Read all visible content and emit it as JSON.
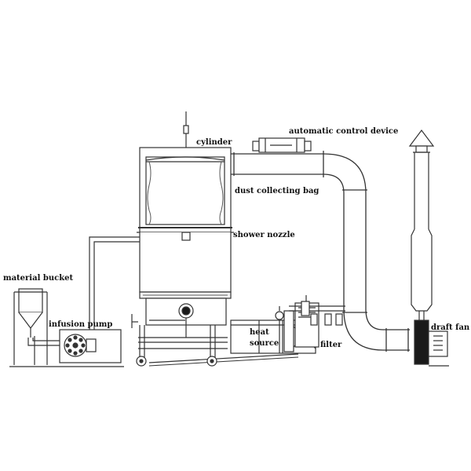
{
  "colors": {
    "line": "#333333",
    "fill_light": "#f2f2f2",
    "fill_mid": "#d9d9d9",
    "fill_dark": "#1a1a1a",
    "background": "#ffffff"
  },
  "labels": {
    "cylinder": "cylinder",
    "automatic_control_device": "automatic control device",
    "dust_collecting_bag": "dust collecting bag",
    "shower_nozzle": "shower nozzle",
    "material_bucket": "material bucket",
    "infusion_pump": "infusion pump",
    "heat_source_line1": "heat",
    "heat_source_line2": "source",
    "filter": "filter",
    "draft_fan": "draft fan"
  }
}
